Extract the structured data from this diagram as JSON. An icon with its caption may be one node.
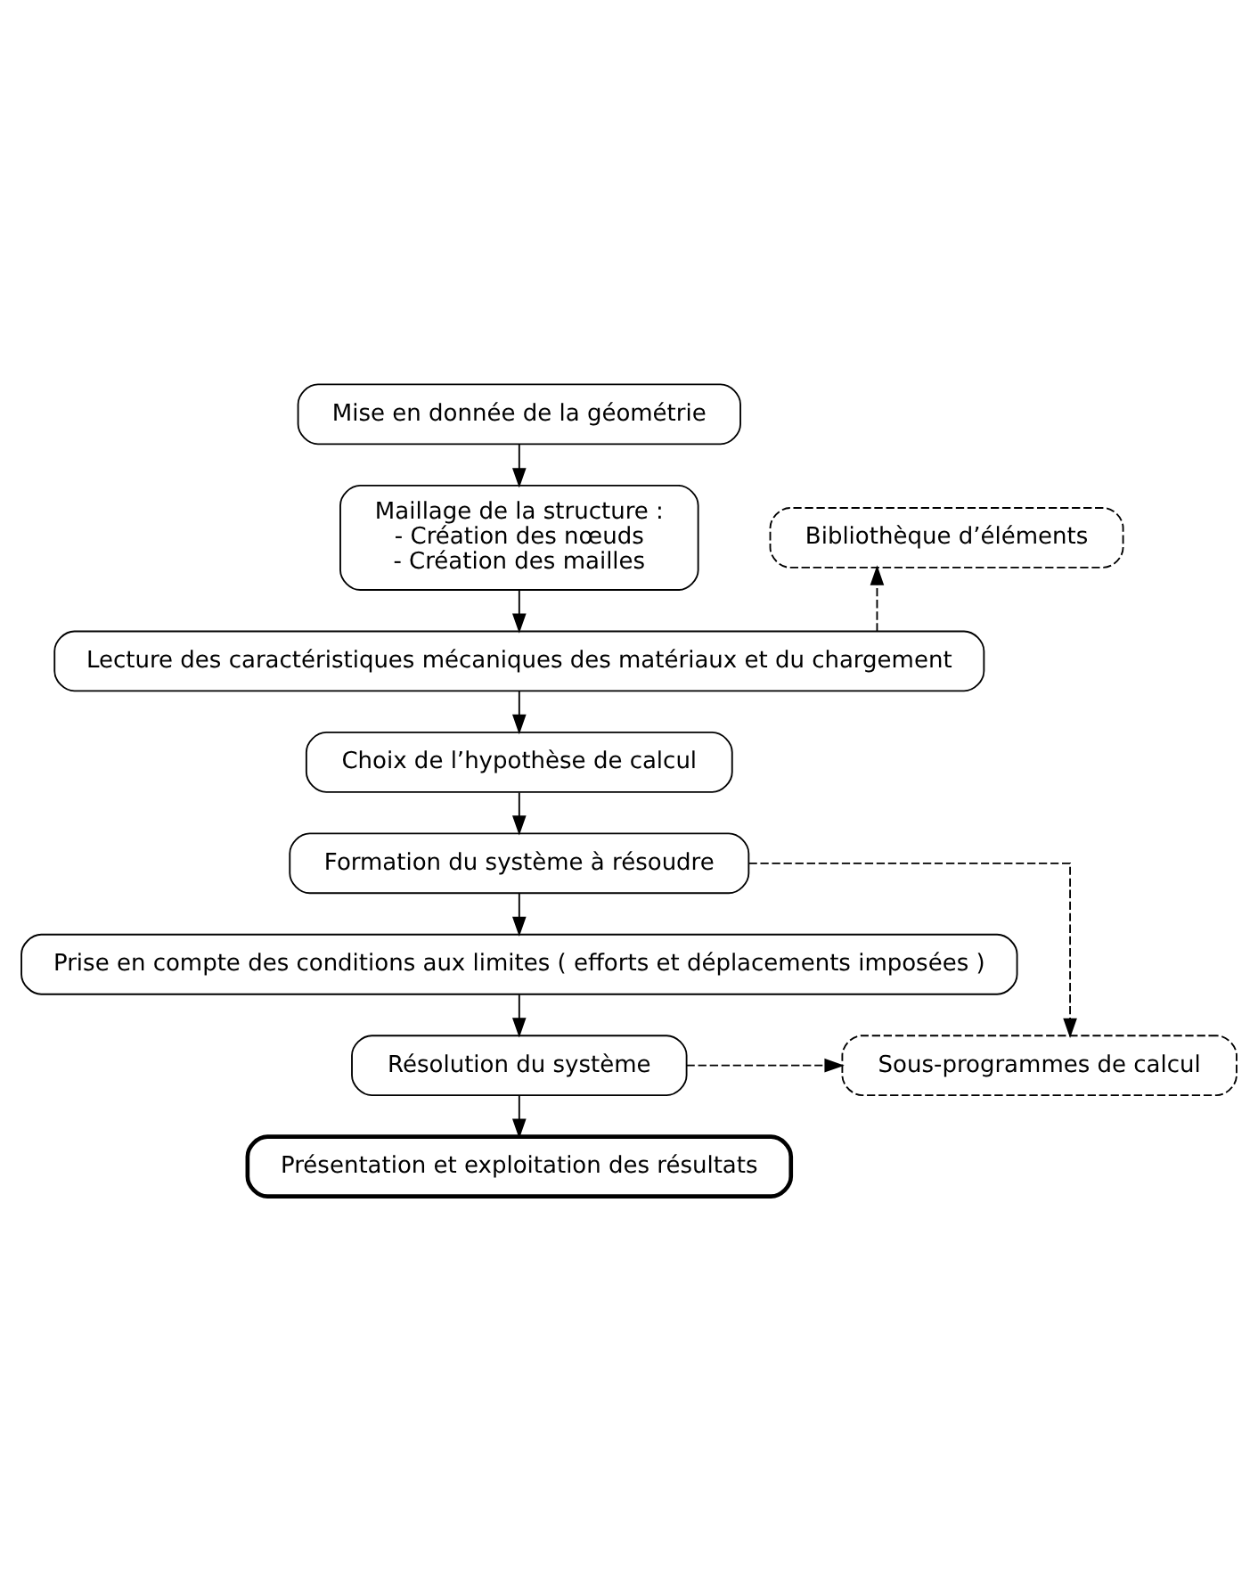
{
  "diagram": {
    "nodes": [
      {
        "text": [
          "Mise en donnée de la géométrie"
        ]
      },
      {
        "text": [
          "Maillage de la structure :",
          "- Création des nœuds",
          "- Création des mailles"
        ]
      },
      {
        "text": [
          "Bibliothèque d’éléments"
        ]
      },
      {
        "text": [
          "Lecture des caractéristiques mécaniques des matériaux et du chargement"
        ]
      },
      {
        "text": [
          "Choix de l’hypothèse de calcul"
        ]
      },
      {
        "text": [
          "Formation du système à résoudre"
        ]
      },
      {
        "text": [
          "Prise en compte des conditions aux limites ( efforts et déplacements imposées )"
        ]
      },
      {
        "text": [
          "Sous-programmes de calcul"
        ]
      },
      {
        "text": [
          "Résolution du système"
        ]
      },
      {
        "text": [
          "Présentation et exploitation des résultats"
        ]
      }
    ],
    "edges": [
      {
        "from": 0,
        "to": 1,
        "arrow": "to"
      },
      {
        "from": 1,
        "to": 3,
        "arrow": "to"
      },
      {
        "from": 3,
        "to": 2,
        "arrow": "to",
        "style": "dashed"
      },
      {
        "from": 3,
        "to": 4,
        "arrow": "to"
      },
      {
        "from": 4,
        "to": 5,
        "arrow": "to"
      },
      {
        "from": 5,
        "to": 6,
        "arrow": "to"
      },
      {
        "from": 5,
        "to": 7,
        "arrow": "to",
        "style": "dashed"
      },
      {
        "from": 6,
        "to": 8,
        "arrow": "to"
      },
      {
        "from": 8,
        "to": 7,
        "arrow": "to",
        "style": "dashed"
      },
      {
        "from": 8,
        "to": 9,
        "arrow": "to"
      }
    ]
  }
}
